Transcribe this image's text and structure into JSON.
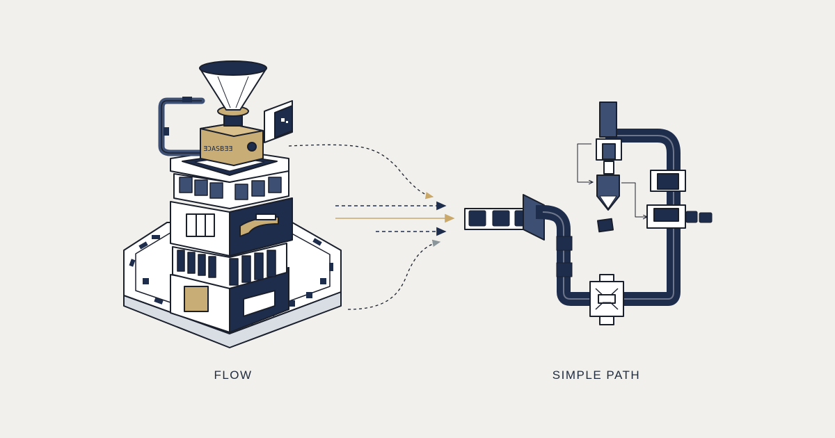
{
  "captions": {
    "left": "FLOW",
    "right": "SIMPLE PATH"
  },
  "machine": {
    "box_label": "ƎƆASBƎƎ"
  },
  "colors": {
    "background": "#f1f0ec",
    "navy": "#1f2d4d",
    "steel": "#3d4f73",
    "gold": "#c9ad76",
    "outline": "#1a1f2c",
    "white": "#ffffff",
    "arrow_gold": "#c9a86a",
    "arrow_gray": "#8a9699"
  }
}
